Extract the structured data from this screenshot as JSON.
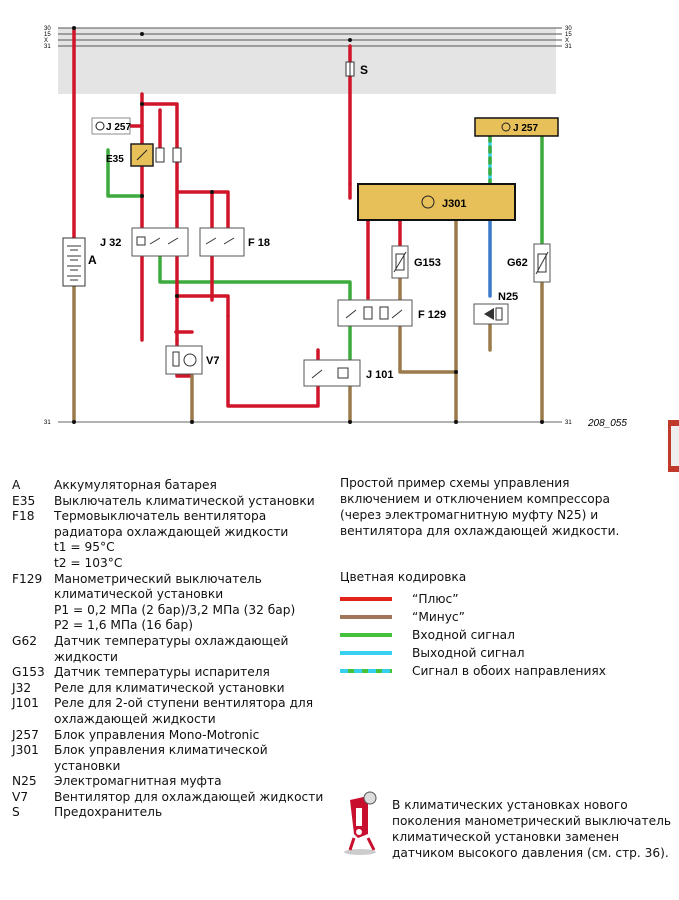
{
  "bus": {
    "top_labels": [
      "30",
      "15",
      "X",
      "31"
    ],
    "bottom_label": "31"
  },
  "components": {
    "fuse": "S",
    "battery": "A",
    "e35": "E35",
    "j257_left": "J 257",
    "j257_right": "J 257",
    "j32": "J 32",
    "f18": "F 18",
    "j301": "J301",
    "g153": "G153",
    "g62": "G62",
    "n25": "N25",
    "f129": "F 129",
    "v7": "V7",
    "j101": "J 101"
  },
  "figure_code": "208_055",
  "legend": [
    {
      "code": "A",
      "desc": "Аккумуляторная батарея"
    },
    {
      "code": "E35",
      "desc": "Выключатель климатической установки"
    },
    {
      "code": "F18",
      "desc": "Термовыключатель вентилятора радиатора охлаждающей жидкости",
      "extra": [
        "t1 = 95°C",
        "t2 = 103°C"
      ]
    },
    {
      "code": "F129",
      "desc": "Манометрический выключатель климатической установки",
      "extra": [
        "P1 = 0,2 МПа (2 бар)/3,2 МПа (32 бар)",
        "P2 = 1,6 МПа (16 бар)"
      ]
    },
    {
      "code": "G62",
      "desc": "Датчик температуры охлаждающей жидкости"
    },
    {
      "code": "G153",
      "desc": "Датчик температуры испарителя"
    },
    {
      "code": "J32",
      "desc": "Реле для климатической установки"
    },
    {
      "code": "J101",
      "desc": "Реле для 2-ой ступени вентилятора для охлаждающей жидкости"
    },
    {
      "code": "J257",
      "desc": "Блок управления Mono-Motronic"
    },
    {
      "code": "J301",
      "desc": "Блок управления климатической установки"
    },
    {
      "code": "N25",
      "desc": "Электромагнитная муфта"
    },
    {
      "code": "V7",
      "desc": "Вентилятор для охлаждающей жидкости"
    },
    {
      "code": "S",
      "desc": "Предохранитель"
    }
  ],
  "intro": "Простой пример схемы управления\nвключением и отключением компрессора\n(через электромагнитную муфту N25) и\nвентилятора для охлаждающей жидкости.",
  "color_coding": {
    "title": "Цветная кодировка",
    "items": [
      {
        "label": "“Плюс”",
        "color": "#e2231a"
      },
      {
        "label": "“Минус”",
        "color": "#a0775a"
      },
      {
        "label": "Входной сигнал",
        "color": "#44c23a"
      },
      {
        "label": "Выходной сигнал",
        "color": "#38d0f0"
      },
      {
        "label": "Сигнал в обоих направлениях",
        "color": "#38d0f0",
        "dash": "#44c23a"
      }
    ]
  },
  "note": "В климатических установках нового\nпоколения манометрический выключатель\nклиматической установки заменен\nдатчиком высокого давления (см. стр. 36).",
  "colors": {
    "plus": "#d0152a",
    "minus": "#9a7a4a",
    "input": "#3caa3c",
    "output": "#3a78c8",
    "unit_fill": "#e8c05a",
    "bus_bg": "#e4e4e4"
  }
}
